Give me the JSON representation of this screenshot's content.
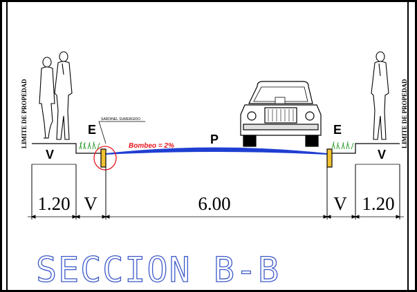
{
  "property_line_label": "LIMITE DE PROPEDAD",
  "zones": {
    "left_sidewalk": "V",
    "left_green": "E",
    "pavement": "P",
    "right_green": "E",
    "right_sidewalk": "V"
  },
  "curb_note": "SARDINEL SUMERGIDO",
  "bombeo_label": "Bombeo = 2%",
  "dimensions": {
    "left_sidewalk": "1.20",
    "left_verge": "V",
    "road": "6.00",
    "right_verge": "V",
    "right_sidewalk": "1.20"
  },
  "title": "SECCION B-B",
  "colors": {
    "pavement": "#1f3fd2",
    "title": "#3b58c8",
    "highlight": "#e8151b",
    "grass": "#2e9e2e"
  }
}
